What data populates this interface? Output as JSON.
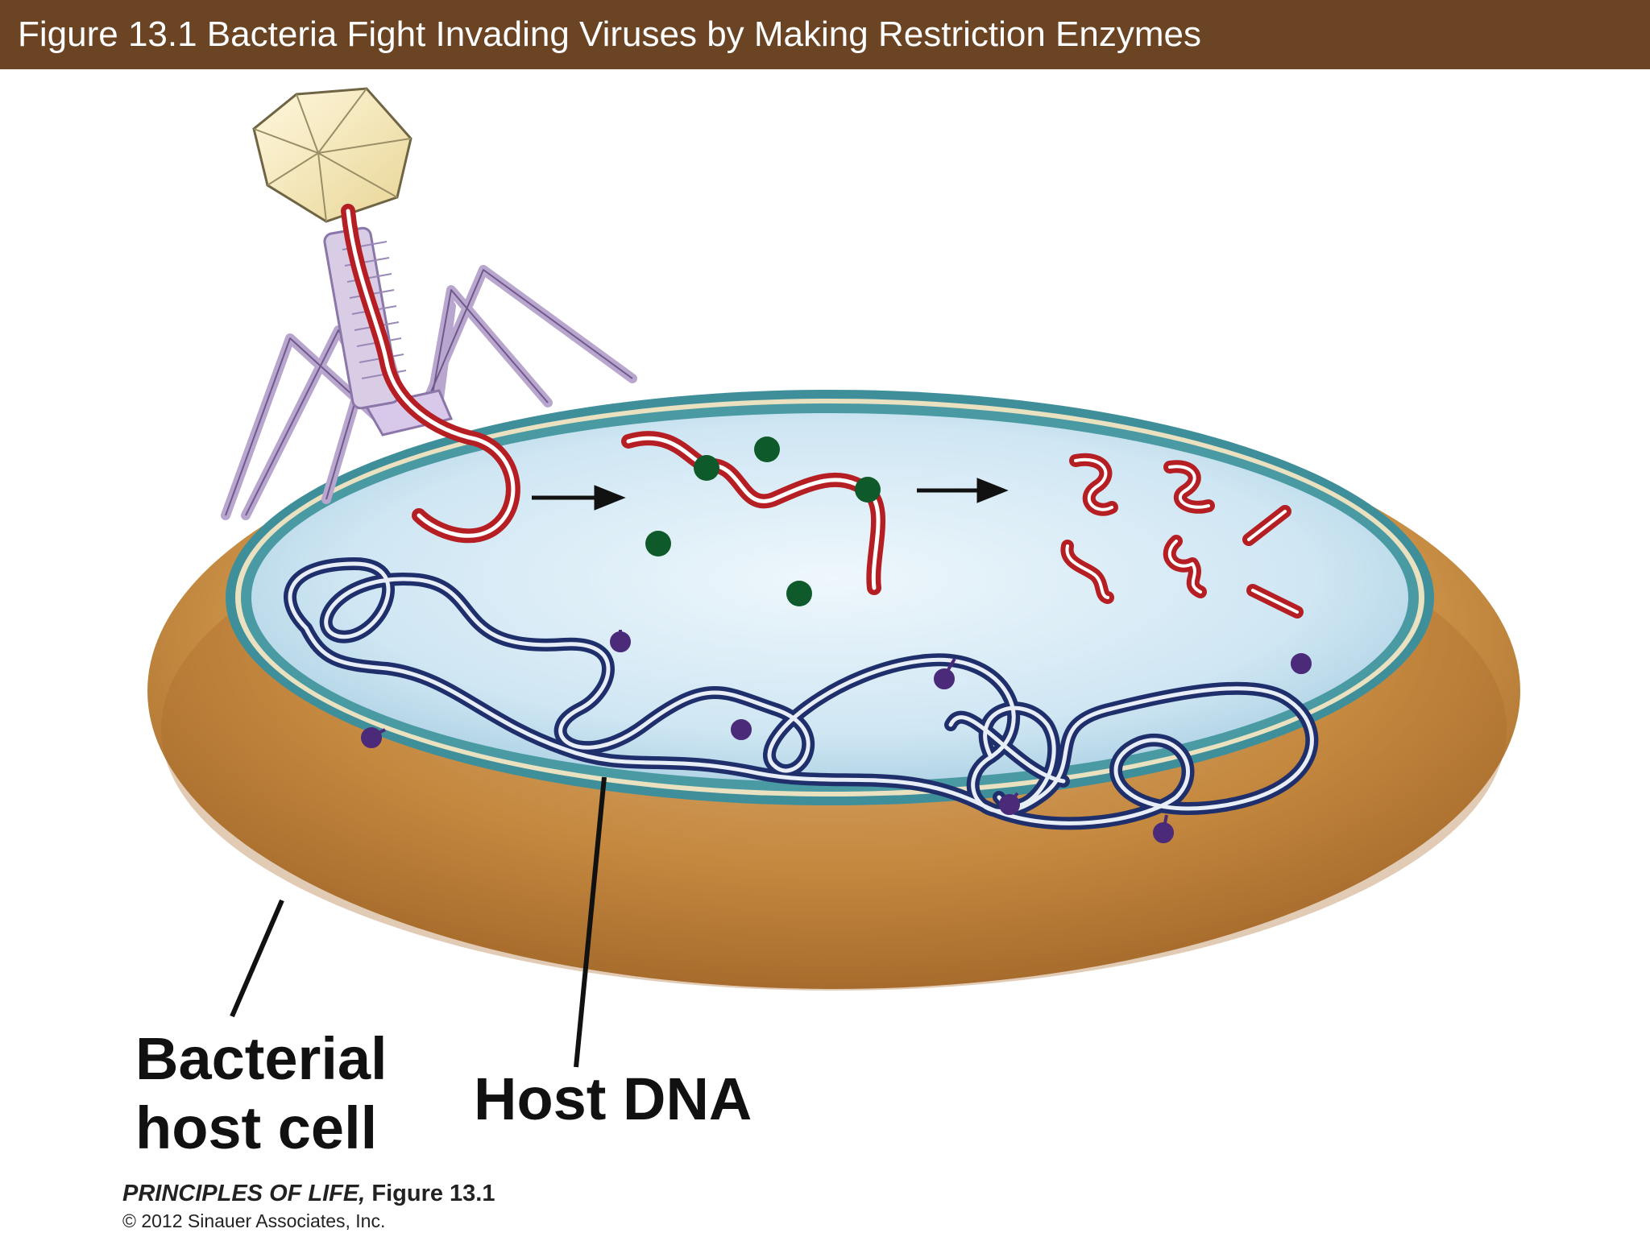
{
  "title": "Figure 13.1  Bacteria Fight Invading Viruses by Making Restriction Enzymes",
  "labels": {
    "cell_line1": "Bacterial",
    "cell_line2": "host cell",
    "host_dna": "Host DNA"
  },
  "credit": {
    "book": "PRINCIPLES OF LIFE,",
    "figure": "Figure 13.1",
    "copyright": "© 2012 Sinauer Associates, Inc."
  },
  "colors": {
    "title_bar": "#6b4424",
    "cell_wall": "#c98a3a",
    "cytoplasm": "#cfe8f5",
    "membrane": "#3f8f9a",
    "viral_dna": "#b51f24",
    "host_dna": "#1f2f6b",
    "restriction_enzyme": "#0f5a2a",
    "methyl_group": "#4b2a7a",
    "phage_head": "#f3e7b8",
    "phage_legs": "#b9a6cf"
  }
}
